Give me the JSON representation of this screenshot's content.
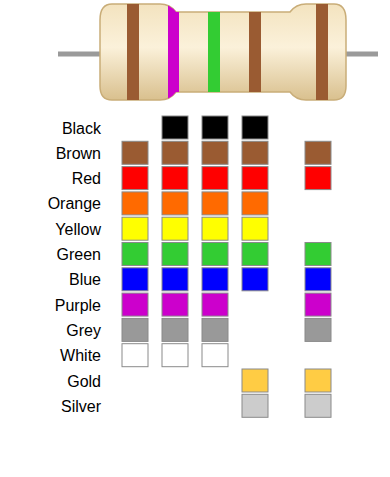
{
  "diagram": {
    "legend": [
      {
        "text": "Black",
        "color": "#000000"
      },
      {
        "text": "Brown",
        "color": "#9a5b32"
      },
      {
        "text": "Red",
        "color": "#ff0000"
      },
      {
        "text": "Orange",
        "color": "#ff6a00"
      },
      {
        "text": "Yellow",
        "color": "#ffff00"
      },
      {
        "text": "Green",
        "color": "#33cc33"
      },
      {
        "text": "Blue",
        "color": "#0000ff"
      },
      {
        "text": "Purple",
        "color": "#cc00cc"
      },
      {
        "text": "Grey",
        "color": "#999999"
      },
      {
        "text": "White",
        "color": "#ffffff"
      },
      {
        "text": "Gold",
        "color": "#ffcc44"
      },
      {
        "text": "Silver",
        "color": "#cccccc"
      }
    ]
  }
}
